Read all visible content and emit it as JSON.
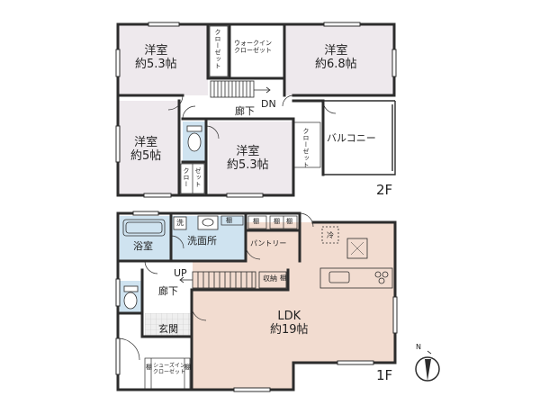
{
  "floor2": {
    "label": "2F",
    "room_nw": {
      "name": "洋室",
      "size": "約5.3帖"
    },
    "room_ne": {
      "name": "洋室",
      "size": "約6.8帖"
    },
    "room_w": {
      "name": "洋室",
      "size": "約5帖"
    },
    "room_c": {
      "name": "洋室",
      "size": "約5.3帖"
    },
    "closet_a": "クローゼット",
    "closet_b": "クローゼット",
    "closet_c1": "クロー",
    "closet_c2": "ゼット",
    "walkin1": "ウォークイン",
    "walkin2": "クローゼット",
    "hall": "廊下",
    "stair": "DN",
    "balcony": "バルコニー"
  },
  "floor1": {
    "label": "1F",
    "bath": "浴室",
    "washroom": "洗面所",
    "washer": "洗",
    "pantry": "パントリー",
    "fridge": "冷",
    "hall": "廊下",
    "stair": "UP",
    "storage": "収納",
    "entrance": "玄関",
    "ldk": {
      "name": "LDK",
      "size": "約19帖"
    },
    "shelf": "棚",
    "shoes1": "シューズイン",
    "shoes2": "クローゼット"
  },
  "compass": "N",
  "colors": {
    "room": "#eee9ed",
    "ldk": "#f2dcd0",
    "wet": "#cfe3f0",
    "tile": "#ebebeb",
    "wall": "#2c2c2c"
  }
}
